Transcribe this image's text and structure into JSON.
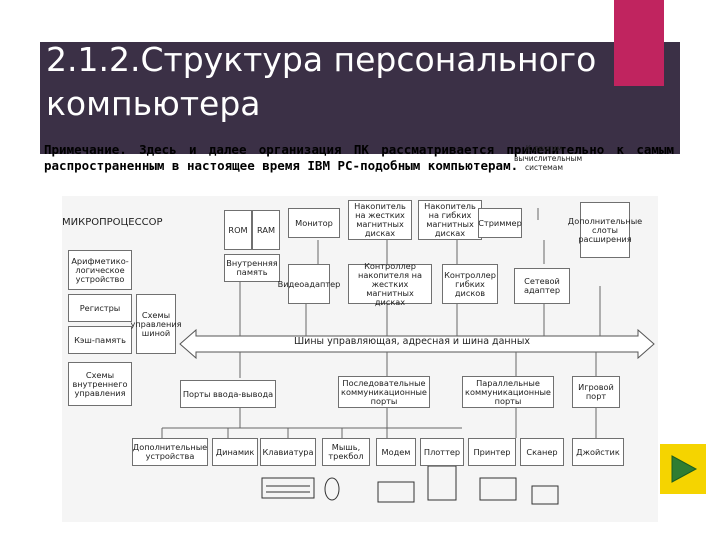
{
  "slide": {
    "title": "2.1.2.Структура персонального компьютера",
    "note": "Примечание. Здесь и далее организация ПК рассматривается применительно к самым распространенным в настоящее время IBM PC-подобным компьютерам."
  },
  "diagram": {
    "microprocessor": {
      "title": "МИКРОПРОЦЕССОР",
      "alu": "Арифметико-логическое устройство",
      "registers": "Регистры",
      "cache": "Кэш-память",
      "control_schemes": "Схемы управления шиной",
      "internal_control": "Схемы внутреннего управления"
    },
    "memory": {
      "rom": "ROM",
      "ram": "RAM",
      "internal": "Внутренняя память"
    },
    "devices": {
      "monitor": "Монитор",
      "hdd": "Накопитель на жестких магнитных дисках",
      "fdd": "Накопитель на гибких магнитных дисках",
      "streamer": "Стриммер",
      "to_network": "К другим вычислительным системам",
      "extra_slots": "Дополнительные слоты расширения",
      "video_adapter": "Видеоадаптер",
      "hdd_controller": "Контроллер накопителя на жестких магнитных дисках",
      "fdd_controller": "Контроллер гибких дисков",
      "network_adapter": "Сетевой адаптер"
    },
    "bus": "Шины управляющая, адресная и шина данных",
    "ports": {
      "io": "Порты ввода-вывода",
      "serial": "Последовательные коммуникационные порты",
      "parallel": "Параллельные коммуникационные порты",
      "game": "Игровой порт"
    },
    "peripherals": [
      "Дополнительные устройства",
      "Динамик",
      "Клавиатура",
      "Мышь, трекбол",
      "Модем",
      "Плоттер",
      "Принтер",
      "Сканер",
      "Джойстик"
    ]
  },
  "colors": {
    "title_band": "#3b3046",
    "accent_pink": "#c0245f",
    "play_button": "#f5d400",
    "play_arrow": "#2e7d32"
  },
  "icons": {
    "play": "play-icon"
  }
}
